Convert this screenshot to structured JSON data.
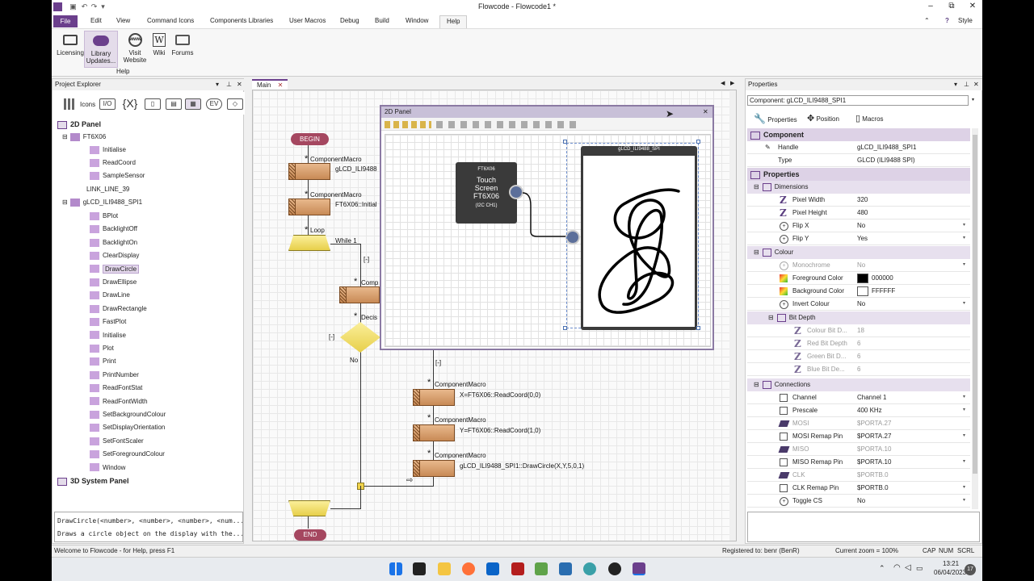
{
  "window": {
    "title": "Flowcode - Flowcode1 *",
    "style_label": "Style"
  },
  "menu": {
    "file": "File",
    "items": [
      "Edit",
      "View",
      "Command Icons",
      "Components Libraries",
      "User Macros",
      "Debug",
      "Build",
      "Window",
      "Help"
    ]
  },
  "ribbon": {
    "buttons": [
      {
        "label": "Licensing",
        "icon": "licensing-icon"
      },
      {
        "label": "Library Updates...",
        "icon": "cloud-download-icon"
      },
      {
        "label": "Visit Website",
        "icon": "www-icon"
      },
      {
        "label": "Wiki",
        "icon": "wiki-icon"
      },
      {
        "label": "Forums",
        "icon": "forums-icon"
      }
    ],
    "group_label": "Help"
  },
  "project_explorer": {
    "title": "Project Explorer",
    "icons_label": "Icons",
    "tree": {
      "panel_2d": "2D Panel",
      "ft6x06": "FT6X06",
      "ft6x06_items": [
        "Initialise",
        "ReadCoord",
        "SampleSensor"
      ],
      "link_line": "LINK_LINE_39",
      "glcd": "gLCD_ILI9488_SPI1",
      "glcd_items": [
        "BPlot",
        "BacklightOff",
        "BacklightOn",
        "ClearDisplay",
        "DrawCircle",
        "DrawEllipse",
        "DrawLine",
        "DrawRectangle",
        "FastPlot",
        "Initialise",
        "Plot",
        "Print",
        "PrintNumber",
        "ReadFontStat",
        "ReadFontWidth",
        "SetBackgroundColour",
        "SetDisplayOrientation",
        "SetFontScaler",
        "SetForegroundColour",
        "Window"
      ],
      "selected": "DrawCircle",
      "panel_3d": "3D System Panel"
    },
    "description": {
      "signature": "DrawCircle(<number>, <number>, <number>, <num...",
      "summary": "Draws a circle object on the display with the..."
    }
  },
  "document": {
    "tab": "Main",
    "flowchart": {
      "begin": "BEGIN",
      "end": "END",
      "component_macro": "ComponentMacro",
      "glcd_init": "gLCD_ILI9488",
      "ft_init": "FT6X06::Initial",
      "loop_label": "Loop",
      "while_label": "While 1",
      "comp_short": "Comp",
      "decision": "Decis",
      "collapse": "[-]",
      "no": "No",
      "read_x": "X=FT6X06::ReadCoord(0,0)",
      "read_y": "Y=FT6X06::ReadCoord(1,0)",
      "draw_circle": "gLCD_ILI9488_SPI1::DrawCircle(X,Y,5,0,1)"
    }
  },
  "panel_2d": {
    "title": "2D Panel",
    "touch": {
      "model_top": "FT6X06",
      "line1": "Touch",
      "line2": "Screen",
      "line3": "FT6X06",
      "bus": "(I2C CH1)"
    },
    "glcd_label": "gLCD_ILI9488_SPI"
  },
  "properties": {
    "title": "Properties",
    "component": "Component: gLCD_ILI9488_SPI1",
    "tabs": [
      "Properties",
      "Position",
      "Macros"
    ],
    "section_component": "Component",
    "handle": {
      "key": "Handle",
      "value": "gLCD_ILI9488_SPI1"
    },
    "type": {
      "key": "Type",
      "value": "GLCD (ILI9488 SPI)"
    },
    "section_properties": "Properties",
    "dimensions": "Dimensions",
    "pixel_width": {
      "key": "Pixel Width",
      "value": "320"
    },
    "pixel_height": {
      "key": "Pixel Height",
      "value": "480"
    },
    "flip_x": {
      "key": "Flip X",
      "value": "No"
    },
    "flip_y": {
      "key": "Flip Y",
      "value": "Yes"
    },
    "colour": "Colour",
    "monochrome": {
      "key": "Monochrome",
      "value": "No"
    },
    "fg": {
      "key": "Foreground Color",
      "value": "000000",
      "swatch": "#000000"
    },
    "bg": {
      "key": "Background Color",
      "value": "FFFFFF",
      "swatch": "#FFFFFF"
    },
    "invert": {
      "key": "Invert Colour",
      "value": "No"
    },
    "bit_depth": "Bit Depth",
    "colour_bits": {
      "key": "Colour Bit D...",
      "value": "18"
    },
    "red_bits": {
      "key": "Red Bit Depth",
      "value": "6"
    },
    "green_bits": {
      "key": "Green Bit D...",
      "value": "6"
    },
    "blue_bits": {
      "key": "Blue Bit De...",
      "value": "6"
    },
    "connections": "Connections",
    "channel": {
      "key": "Channel",
      "value": "Channel 1"
    },
    "prescale": {
      "key": "Prescale",
      "value": "400 KHz"
    },
    "mosi": {
      "key": "MOSI",
      "value": "$PORTA.27"
    },
    "mosi_remap": {
      "key": "MOSI Remap Pin",
      "value": "$PORTA.27"
    },
    "miso": {
      "key": "MISO",
      "value": "$PORTA.10"
    },
    "miso_remap": {
      "key": "MISO Remap Pin",
      "value": "$PORTA.10"
    },
    "clk": {
      "key": "CLK",
      "value": "$PORTB.0"
    },
    "clk_remap": {
      "key": "CLK Remap Pin",
      "value": "$PORTB.0"
    },
    "toggle_cs": {
      "key": "Toggle CS",
      "value": "No"
    }
  },
  "status": {
    "left": "Welcome to Flowcode - for Help, press F1",
    "registered": "Registered to: benr (BenR)",
    "zoom": "Current zoom = 100%",
    "cap": "CAP",
    "num": "NUM",
    "scrl": "SCRL"
  },
  "taskbar": {
    "time": "13:21",
    "date": "06/04/2023",
    "badge": "17"
  },
  "colors": {
    "accent": "#6b3f8c",
    "section": "#ddd2e6"
  }
}
